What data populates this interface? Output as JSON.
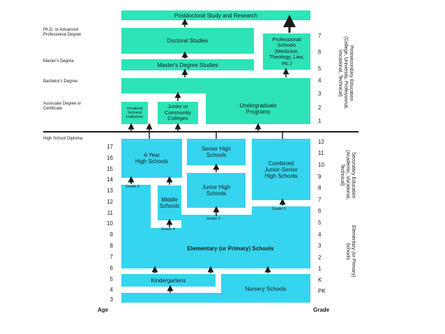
{
  "left_labels": {
    "phd": "Ph.D. or Advanced\nProfessional Degree",
    "masters": "Master's Degree",
    "bachelors": "Bachelor's Degree",
    "associate": "Associate Degree or\nCertificate",
    "high_school": "High School Diploma"
  },
  "boxes": {
    "postdoc": "Postdoctoral Study and Research",
    "doctoral": "Doctoral Studies",
    "professional": "Professional\nSchools\n(Medicine,\nTheology, Law,\netc.)",
    "masters": "Master's Degree Studies",
    "vocational": "Vocational\nTechnical\nInstitutions",
    "junior_college": "Junior or\nCommunity\nColleges",
    "undergrad": "Undergraduate\nPrograms",
    "four_year_hs": "4-Year\nHigh Schools",
    "senior_hs": "Senior High\nSchools",
    "combined": "Combined\nJunior-Senior\nHigh Schools",
    "junior_hs": "Junior High\nSchools",
    "middle": "Middle\nSchools",
    "elementary": "Elementary (or Primary) Schools",
    "kindergartens": "Kindergartens",
    "nursery": "Nursery Schools"
  },
  "small_labels": {
    "grade8": "Grade 8",
    "grade4": "Grade 4",
    "grade5": "Grade 5",
    "grade6": "Grade 6"
  },
  "ages": [
    "17",
    "16",
    "15",
    "14",
    "13",
    "12",
    "11",
    "10",
    "9",
    "8",
    "7",
    "6",
    "5",
    "4",
    "3"
  ],
  "grades": [
    "12",
    "11",
    "10",
    "9",
    "8",
    "7",
    "6",
    "5",
    "4",
    "3",
    "2",
    "1",
    "K",
    "PK"
  ],
  "postsec_years": [
    "7",
    "6",
    "5",
    "4",
    "3",
    "2",
    "1"
  ],
  "age_header": "Age",
  "grade_header": "Grade",
  "side_labels": {
    "postsecondary": "Postsecondary Education\n(College, University, Professional,\nVocational, Technical)",
    "secondary": "Secondary Education\n(Academic, Vocational,\nTechnical)",
    "elementary": "Elementary (or Primary)\nSchools"
  },
  "colors": {
    "green": "#2de3b7",
    "blue": "#35d5ef",
    "line": "#1a1a1a"
  }
}
